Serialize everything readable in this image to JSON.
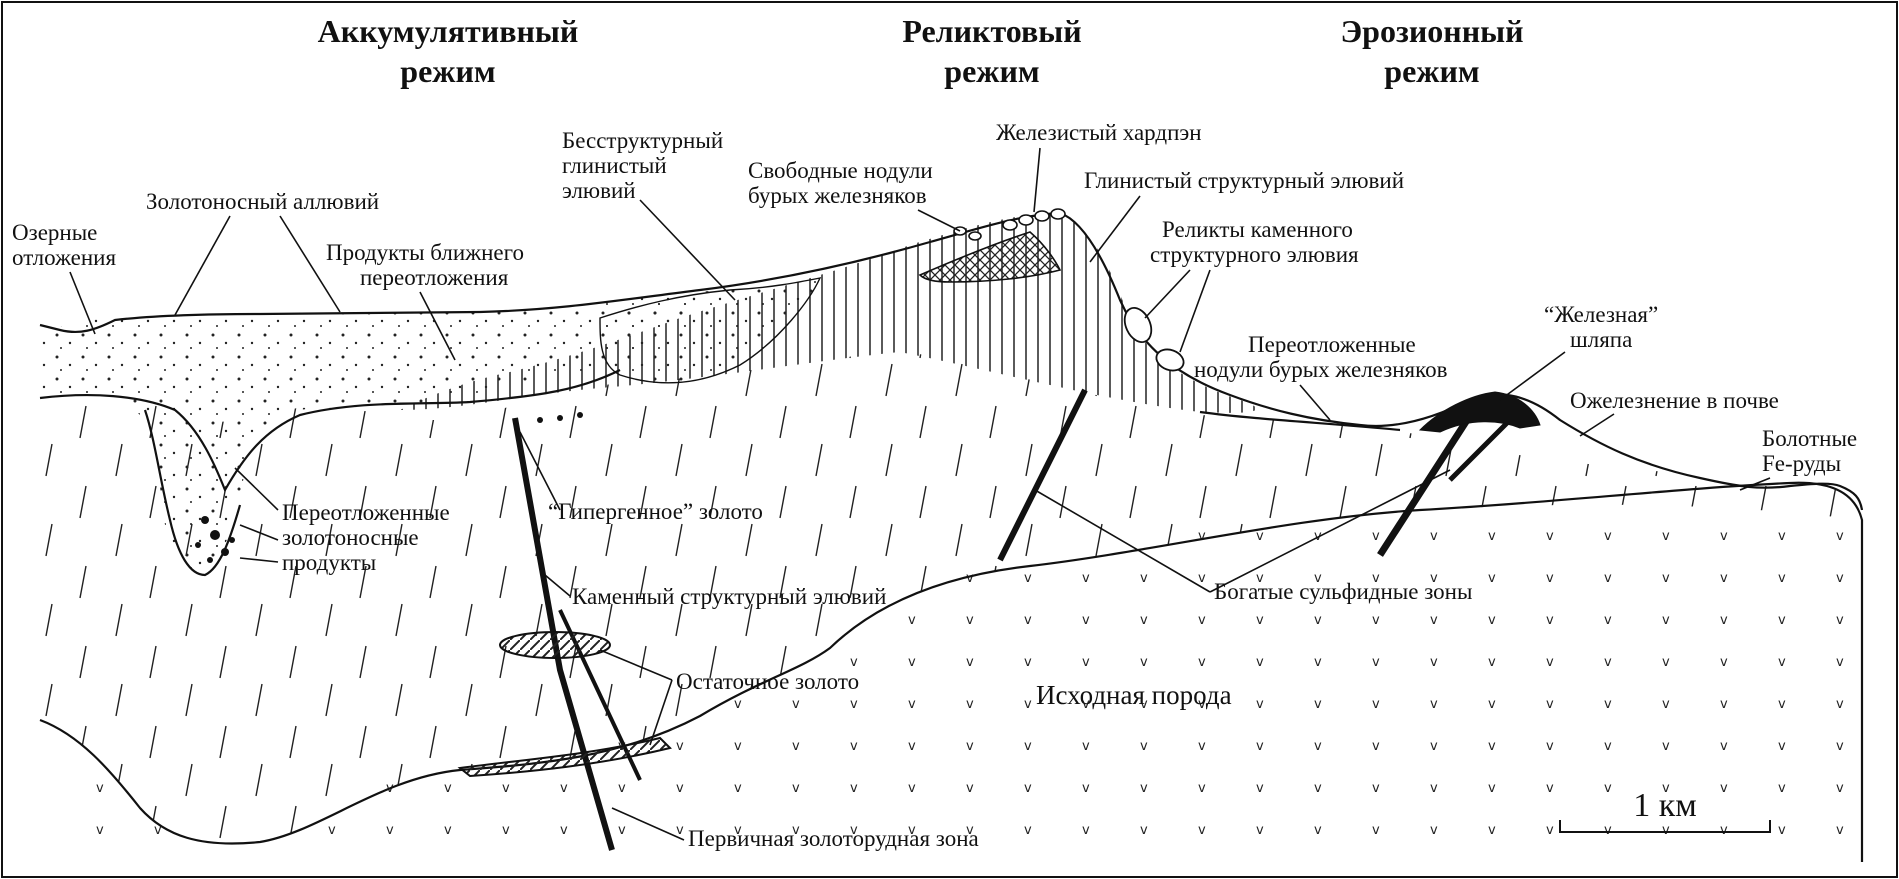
{
  "regimes": {
    "accumulative": [
      "Аккумулятивный",
      "режим"
    ],
    "relict": [
      "Реликтовый",
      "режим"
    ],
    "erosional": [
      "Эрозионный",
      "режим"
    ]
  },
  "labels": {
    "lake_deposits": [
      "Озерные",
      "отложения"
    ],
    "gold_alluvium": "Золотоносный аллювий",
    "near_redeposition": [
      "Продукты ближнего",
      "переотложения"
    ],
    "structureless_eluvium": [
      "Бесструктурный",
      "глинистый",
      "элювий"
    ],
    "free_nodules": [
      "Свободные нодули",
      "бурых железняков"
    ],
    "ferruginous_hardpan": "Железистый хардпэн",
    "clay_structural_eluvium": "Глинистый структурный элювий",
    "stone_eluvium_relics": [
      "Реликты каменного",
      "структурного элювия"
    ],
    "redeposited_nodules": [
      "Переотложенные",
      "нодули бурых железняков"
    ],
    "iron_hat": [
      "“Железная”",
      "шляпа"
    ],
    "soil_ferruginization": "Ожелезнение в почве",
    "bog_ores": [
      "Болотные",
      "Fe-руды"
    ],
    "redeposited_gold_products": [
      "Переотложенные",
      "золотоносные",
      "продукты"
    ],
    "supergene_gold": "“Гипергенное” золото",
    "stone_structural_eluvium": "Каменный структурный элювий",
    "rich_sulfide_zones": "Богатые сульфидные зоны",
    "residual_gold": "Остаточное золото",
    "source_rock": "Исходная порода",
    "primary_ore_zone": "Первичная золоторудная зона"
  },
  "scale_bar": {
    "label": "1 км"
  },
  "colors": {
    "ink": "#111111",
    "paper": "#ffffff"
  }
}
